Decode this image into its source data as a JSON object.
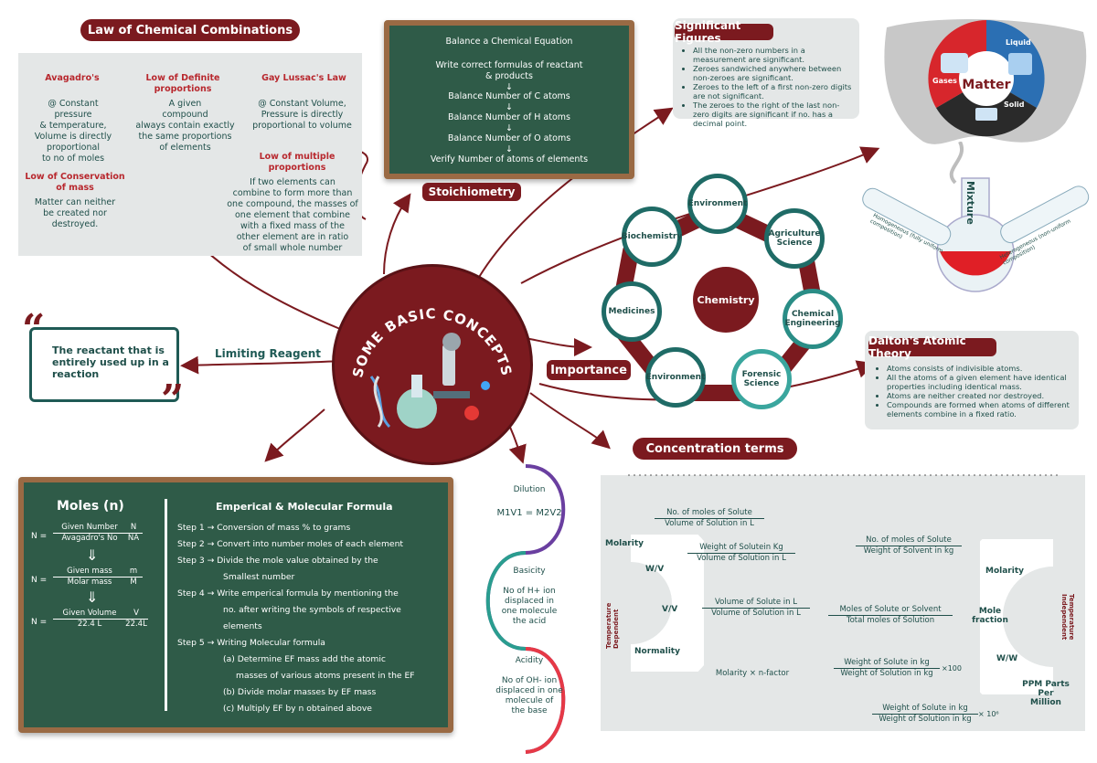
{
  "law": {
    "title": "Law of Chemical Combinations",
    "avogadro_h": "Avagadro's",
    "avogadro_t": [
      "@ Constant",
      "pressure",
      "& temperature,",
      "Volume is directly",
      "proportional",
      "to no of moles"
    ],
    "definite_h": [
      "Low of Definite",
      "proportions"
    ],
    "definite_t": [
      "A given",
      "compound",
      "always contain exactly",
      "the same proportions",
      "of elements"
    ],
    "gay_h": "Gay Lussac's Law",
    "gay_t": [
      "@ Constant Volume,",
      "Pressure is directly",
      "proportional to volume"
    ],
    "cons_h": [
      "Low of Conservation",
      "of mass"
    ],
    "cons_t": [
      "Matter can neither",
      "be created nor",
      "destroyed."
    ],
    "multi_h": [
      "Low of multiple",
      "proportions"
    ],
    "multi_t": [
      "If two elements can",
      "combine to form more than",
      "one compound, the masses of",
      "one element that combine",
      "with a fixed mass of the",
      "other element are in ratio",
      "of small whole number"
    ]
  },
  "balance": {
    "title": "Balance a Chemical Equation",
    "s1": [
      "Write correct formulas of reactant",
      "& products"
    ],
    "s2": "Balance Number of C atoms",
    "s3": "Balance Number of H atoms",
    "s4": "Balance Number of O atoms",
    "s5": "Verify Number of atoms of elements"
  },
  "stoichiometry": "Stoichiometry",
  "sigfig": {
    "title": "Significant Figures",
    "items": [
      "All the non-zero numbers in a measurement are significant.",
      "Zeroes sandwiched anywhere between non-zeroes are significant.",
      "Zeroes to the left of a first non-zero digits are not significant.",
      "The zeroes to the right of the last non-zero digits are significant if no. has a decimal point."
    ]
  },
  "matter": {
    "center": "Matter",
    "gases": "Gases",
    "liquid": "Liquid",
    "solid": "Solid"
  },
  "mixture": {
    "label": "Mixture",
    "homo": "Homogeneous (fully uniform composition)",
    "hetero": "Heterogeneous (non-uniform composition)"
  },
  "center": {
    "title": "SOME BASIC CONCEPTS OF CHEMISTRY"
  },
  "limiting": {
    "label": "Limiting Reagent",
    "quote": "The reactant that is entirely used up in a reaction"
  },
  "importance": {
    "label": "Importance",
    "center": "Chemistry",
    "nodes": [
      "Environment",
      "Agriculture Science",
      "Chemical Engineering",
      "Forensic Science",
      "Environment",
      "Medicines",
      "Biochemistry"
    ]
  },
  "dalton": {
    "title": "Dalton's Atomic Theory",
    "items": [
      "Atoms consists of indivisible atoms.",
      "All the atoms of a given element have identical properties including identical mass.",
      "Atoms are neither created nor destroyed.",
      "Compounds are formed when atoms of different elements combine in a fixed ratio."
    ]
  },
  "moles": {
    "title": "Moles (n)",
    "f1_num": "Given Number",
    "f1_den": "Avagadro's No",
    "f1_r_num": "N",
    "f1_r_den": "NA",
    "f2_num": "Given mass",
    "f2_den": "Molar mass",
    "f2_r_num": "m",
    "f2_r_den": "M",
    "f3_num": "Given Volume",
    "f3_den": "22.4 L",
    "f3_r_num": "V",
    "f3_r_den": "22.4L",
    "n": "N ="
  },
  "emp": {
    "title": "Emperical & Molecular Formula",
    "s1": "Step 1 → Conversion of mass % to grams",
    "s2": "Step 2 → Convert into number moles of each element",
    "s3a": "Step 3 → Divide the mole value obtained by the",
    "s3b": "Smallest number",
    "s4a": "Step 4 → Write emperical formula by mentioning the",
    "s4b": "no. after writing the symbols of respective",
    "s4c": "elements",
    "s5": "Step 5 → Writing Molecular formula",
    "a1": "(a) Determine EF mass add the atomic",
    "a2": "masses of various atoms present in the EF",
    "b": "(b) Divide molar masses by EF mass",
    "c": "(c) Multiply EF by n obtained above"
  },
  "wave": {
    "dilution_h": "Dilution",
    "dilution_t": "M1V1 = M2V2",
    "basicity_h": "Basicity",
    "basicity_t": [
      "No of H+ ion",
      "displaced in",
      "one molecule",
      "the acid"
    ],
    "acidity_h": "Acidity",
    "acidity_t": [
      "No of OH- ion",
      "displaced in one",
      "molecule of",
      "the base"
    ]
  },
  "conc": {
    "title": "Concentration terms",
    "molarity": "Molarity",
    "molarity_num": "No. of moles of Solute",
    "molarity_den": "Volume of Solution in L",
    "wv": "W/V",
    "wv_num": "Weight of Solutein Kg",
    "wv_den": "Volume of Solution in L",
    "vv": "V/V",
    "vv_num": "Volume of Solute in L",
    "vv_den": "Volume of Solution in L",
    "normality": "Normality",
    "normality_f": "Molarity × n-factor",
    "temp_dep": "Temperature Dependent",
    "temp_indep": "Temperature Independent",
    "molality": "Molarity",
    "molality_num": "No. of moles of Solute",
    "molality_den": "Weight of Solvent in kg",
    "molef": "Mole fraction",
    "molef_num": "Moles of Solute or Solvent",
    "molef_den": "Total moles of Solution",
    "ww": "W/W",
    "ww_num": "Weight of Solute in kg",
    "ww_den": "Weight of Solution in kg",
    "ww_mul": "×100",
    "ppm": "PPM Parts Per Million",
    "ppm_num": "Weight of Solute in kg",
    "ppm_den": "Weight of Solution in kg",
    "ppm_mul": "× 10⁶"
  }
}
